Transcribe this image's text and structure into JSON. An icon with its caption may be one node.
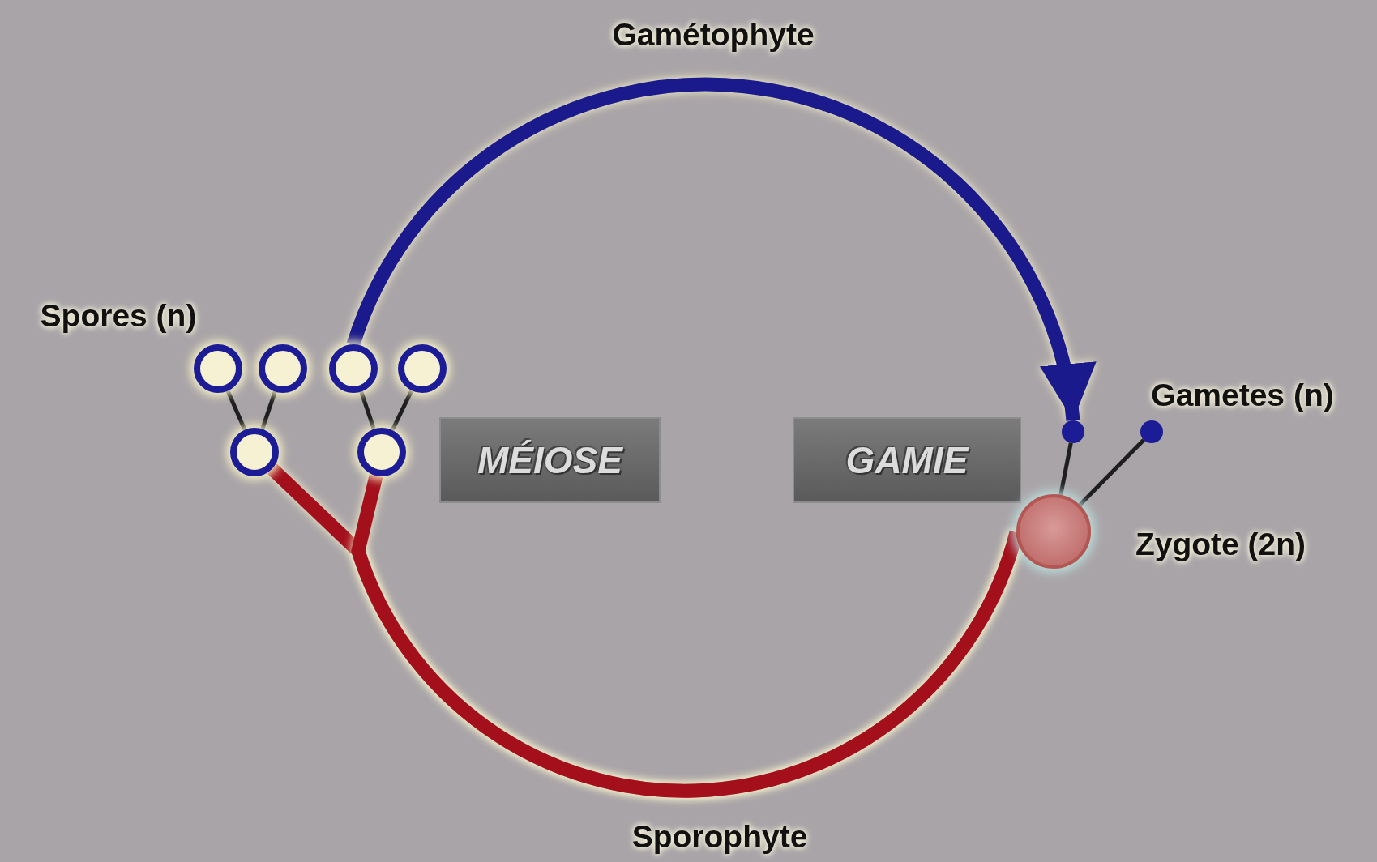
{
  "diagram": {
    "nodes": [
      {
        "text": [],
        "shape": "circle"
      },
      {
        "text": [],
        "shape": "circle"
      },
      {
        "text": [],
        "shape": "circle"
      },
      {
        "text": [],
        "shape": "circle"
      },
      {
        "text": [],
        "shape": "circle"
      },
      {
        "text": [],
        "shape": "circle"
      },
      {
        "text": [
          "MÉIOSE"
        ]
      },
      {
        "text": [
          "GAMIE"
        ]
      },
      {
        "text": [],
        "shape": "circle"
      },
      {
        "text": [],
        "shape": "circle"
      },
      {
        "text": [],
        "shape": "circle",
        "beside": [
          "Zygote (2n)"
        ]
      }
    ],
    "edges": [
      {
        "from": 2,
        "to": 8,
        "arrow": "to",
        "label": "Gamétophyte",
        "style": "thick",
        "color": "#1a1a8c"
      },
      {
        "from": 10,
        "to": 4,
        "arrow": "none",
        "label": "Sporophyte",
        "style": "thick",
        "color": "#a3101c"
      },
      {
        "from": 10,
        "to": 5,
        "arrow": "none",
        "style": "thick",
        "color": "#a3101c"
      },
      {
        "from": 4,
        "to": 0,
        "arrow": "none"
      },
      {
        "from": 4,
        "to": 1,
        "arrow": "none"
      },
      {
        "from": 5,
        "to": 2,
        "arrow": "none"
      },
      {
        "from": 5,
        "to": 3,
        "arrow": "none"
      },
      {
        "from": 8,
        "to": 10,
        "arrow": "none"
      },
      {
        "from": 9,
        "to": 10,
        "arrow": "none"
      }
    ],
    "labels": [
      "Spores (n)",
      "Gametes (n)"
    ]
  }
}
